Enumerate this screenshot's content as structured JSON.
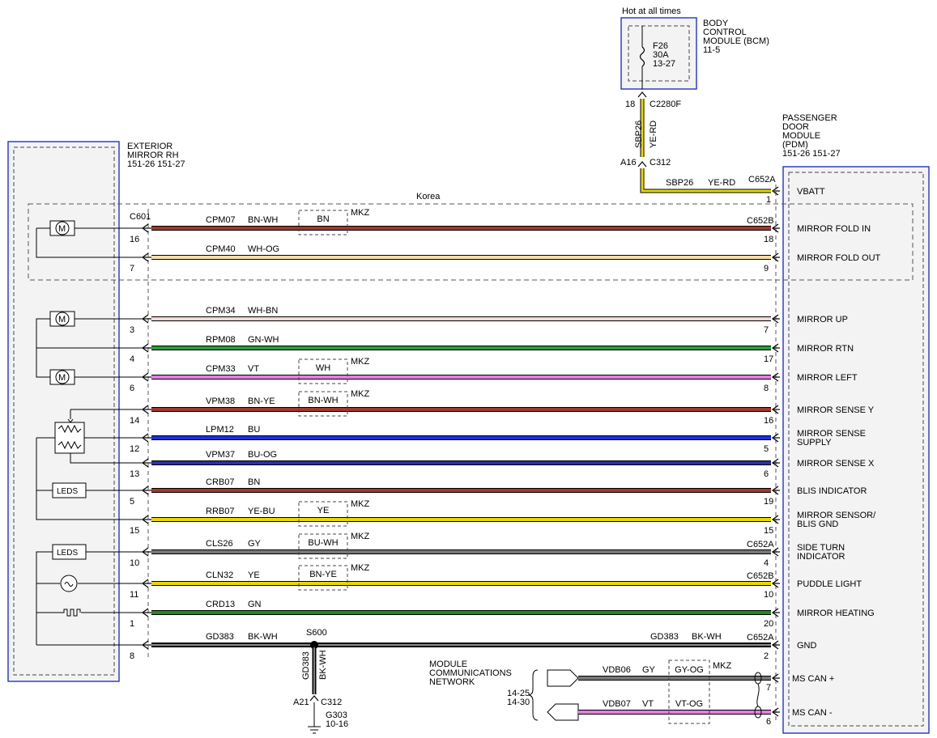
{
  "hot_label": "Hot at all times",
  "bcm": {
    "name_lines": [
      "BODY",
      "CONTROL",
      "MODULE (BCM)",
      "11-5"
    ],
    "fuse": [
      "F26",
      "30A",
      "13-27"
    ]
  },
  "feed": {
    "c2280f": "C2280F",
    "pin_c2280f": "18",
    "circuit": "SBP26",
    "color": "YE-RD",
    "c312": "C312",
    "pin_c312": "A16"
  },
  "vbatt": {
    "circuit": "SBP26",
    "color": "YE-RD",
    "connector": "C652A",
    "pin": "1",
    "label": "VBATT",
    "hex": "#e8d800"
  },
  "pdm": {
    "name_lines": [
      "PASSENGER",
      "DOOR",
      "MODULE",
      "(PDM)",
      "151-26  151-27"
    ]
  },
  "mirror": {
    "name_lines": [
      "EXTERIOR",
      "MIRROR RH",
      "151-26  151-27"
    ]
  },
  "korea_label": "Korea",
  "mkz_label": "MKZ",
  "c601": "C601",
  "wires": [
    {
      "mp": "16",
      "circuit": "CPM07",
      "color": "BN-WH",
      "mkz": "BN",
      "conn": "C652B",
      "pp": "18",
      "label": [
        "MIRROR FOLD IN"
      ],
      "hex": "#a0382e"
    },
    {
      "mp": "7",
      "circuit": "CPM40",
      "color": "WH-OG",
      "mkz": "",
      "conn": "",
      "pp": "9",
      "label": [
        "MIRROR FOLD OUT"
      ],
      "hex": "#f2dfa8"
    },
    {
      "mp": "3",
      "circuit": "CPM34",
      "color": "WH-BN",
      "mkz": "",
      "conn": "",
      "pp": "7",
      "label": [
        "MIRROR UP"
      ],
      "hex": "#eddad2"
    },
    {
      "mp": "4",
      "circuit": "RPM08",
      "color": "GN-WH",
      "mkz": "",
      "conn": "",
      "pp": "17",
      "label": [
        "MIRROR RTN"
      ],
      "hex": "#2d9a3a"
    },
    {
      "mp": "6",
      "circuit": "CPM33",
      "color": "VT",
      "mkz": "WH",
      "conn": "",
      "pp": "8",
      "label": [
        "MIRROR LEFT"
      ],
      "hex": "#e27ee0"
    },
    {
      "mp": "14",
      "circuit": "VPM38",
      "color": "BN-YE",
      "mkz": "BN-WH",
      "conn": "",
      "pp": "16",
      "label": [
        "MIRROR SENSE Y"
      ],
      "hex": "#a0382e"
    },
    {
      "mp": "12",
      "circuit": "LPM12",
      "color": "BU",
      "mkz": "",
      "conn": "",
      "pp": "5",
      "label": [
        "MIRROR SENSE",
        "SUPPLY"
      ],
      "hex": "#1e2fd8"
    },
    {
      "mp": "13",
      "circuit": "VPM37",
      "color": "BU-OG",
      "mkz": "",
      "conn": "",
      "pp": "6",
      "label": [
        "MIRROR SENSE X"
      ],
      "hex": "#2b2faa"
    },
    {
      "mp": "5",
      "circuit": "CRB07",
      "color": "BN",
      "mkz": "",
      "conn": "",
      "pp": "19",
      "label": [
        "BLIS INDICATOR"
      ],
      "hex": "#a0382e"
    },
    {
      "mp": "15",
      "circuit": "RRB07",
      "color": "YE-BU",
      "mkz": "YE",
      "conn": "",
      "pp": "15",
      "label": [
        "MIRROR SENSOR/",
        "BLIS GND"
      ],
      "hex": "#e8d800"
    },
    {
      "mp": "10",
      "circuit": "CLS26",
      "color": "GY",
      "mkz": "BU-WH",
      "conn": "C652A",
      "pp": "4",
      "label": [
        "SIDE TURN",
        "INDICATOR"
      ],
      "hex": "#777777"
    },
    {
      "mp": "11",
      "circuit": "CLN32",
      "color": "YE",
      "mkz": "BN-YE",
      "conn": "C652B",
      "pp": "10",
      "label": [
        "PUDDLE LIGHT"
      ],
      "hex": "#e8d800"
    },
    {
      "mp": "1",
      "circuit": "CRD13",
      "color": "GN",
      "mkz": "",
      "conn": "",
      "pp": "20",
      "label": [
        "MIRROR HEATING"
      ],
      "hex": "#1f8a1f"
    },
    {
      "mp": "8",
      "circuit": "GD383",
      "color": "BK-WH",
      "mkz": "",
      "conn": "C652A",
      "pp": "2",
      "label": [
        "GND"
      ],
      "hex": "#111111"
    }
  ],
  "gnd_right": {
    "circuit": "GD383",
    "color": "BK-WH"
  },
  "splice": {
    "name": "S600",
    "circuit": "GD383",
    "color": "BK-WH",
    "pin": "A21",
    "c312": "C312",
    "ground": "G303",
    "ground_ref": "10-16"
  },
  "comp_labels": {
    "motor": "M",
    "leds": "LEDS"
  },
  "network": {
    "lines": [
      "MODULE",
      "COMMUNICATIONS",
      "NETWORK"
    ],
    "refs": [
      "14-25",
      "14-30"
    ]
  },
  "can": [
    {
      "circuit": "VDB06",
      "color": "GY",
      "mkz": "GY-OG",
      "pin": "7",
      "label": "MS CAN +",
      "hex": "#777777"
    },
    {
      "circuit": "VDB07",
      "color": "VT",
      "mkz": "VT-OG",
      "pin": "6",
      "label": "MS CAN -",
      "hex": "#e27ee0"
    }
  ]
}
